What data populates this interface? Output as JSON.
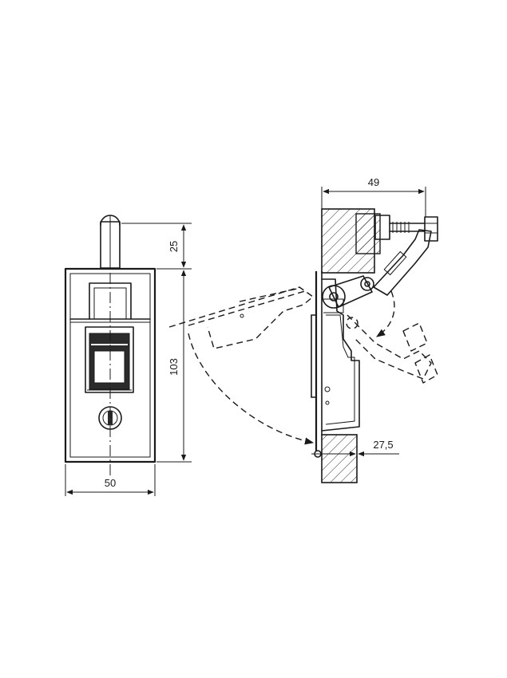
{
  "dimensions": {
    "front_width": "50",
    "front_height": "103",
    "handle_projection": "25",
    "side_depth": "49",
    "panel_offset": "27,5"
  },
  "colors": {
    "line": "#1a1a1a",
    "background": "#ffffff",
    "fill_dark": "#2b2b2b"
  }
}
